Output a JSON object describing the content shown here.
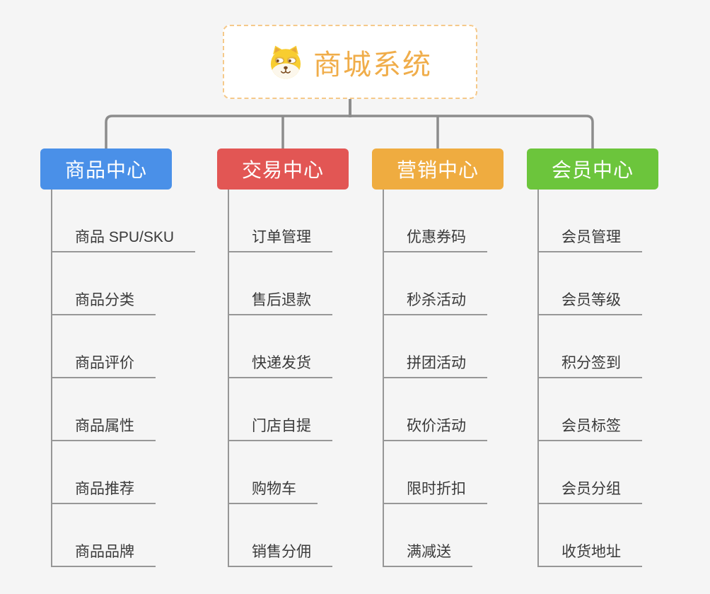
{
  "root": {
    "label": "商城系统",
    "icon": "doge-icon",
    "text_color": "#F0AD4A",
    "border_color": "#F5C98A"
  },
  "connector_color": "#8C8C8C",
  "underline_color": "#979797",
  "background_color": "#F5F5F5",
  "branches": [
    {
      "label": "商品中心",
      "color": "#4A90E8",
      "children": [
        "商品 SPU/SKU",
        "商品分类",
        "商品评价",
        "商品属性",
        "商品推荐",
        "商品品牌"
      ]
    },
    {
      "label": "交易中心",
      "color": "#E25654",
      "children": [
        "订单管理",
        "售后退款",
        "快递发货",
        "门店自提",
        "购物车",
        "销售分佣"
      ]
    },
    {
      "label": "营销中心",
      "color": "#EFAC40",
      "children": [
        "优惠券码",
        "秒杀活动",
        "拼团活动",
        "砍价活动",
        "限时折扣",
        "满减送"
      ]
    },
    {
      "label": "会员中心",
      "color": "#6CC53C",
      "children": [
        "会员管理",
        "会员等级",
        "积分签到",
        "会员标签",
        "会员分组",
        "收货地址"
      ]
    }
  ]
}
